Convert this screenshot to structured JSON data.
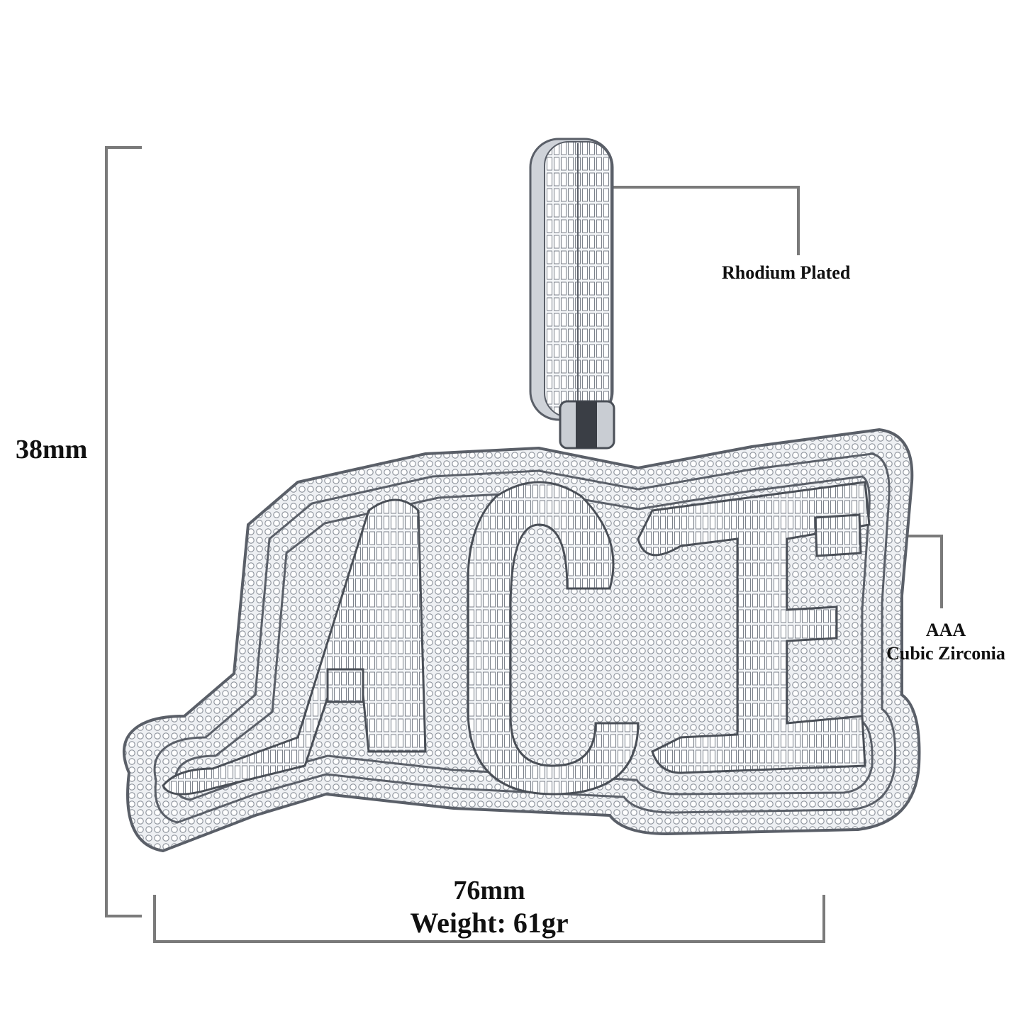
{
  "dimensions": {
    "height_label": "38mm",
    "width_label": "76mm",
    "weight_label": "Weight: 61gr"
  },
  "callouts": {
    "plating": "Rhodium Plated",
    "stone_grade": "AAA",
    "stone_type": "Cubic Zirconia"
  },
  "pendant": {
    "lettering": "ACE",
    "metal_color": "#d8dce2",
    "stone_color": "#f2f4f7",
    "outline_color": "#5a5f68"
  },
  "colors": {
    "guide_lines": "#7a7a7a",
    "text": "#111111"
  }
}
